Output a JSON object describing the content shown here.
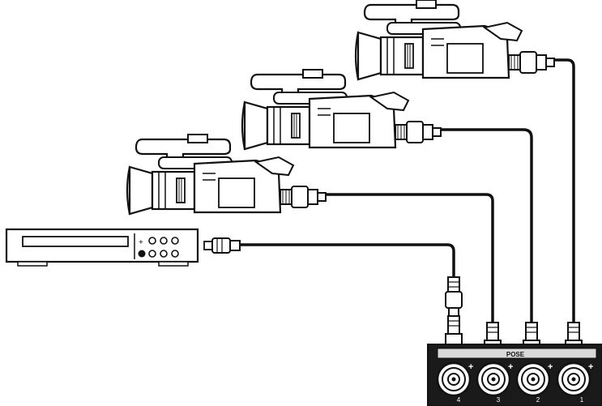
{
  "diagram": {
    "devices": [
      {
        "kind": "camcorder",
        "icon": "camcorder-icon"
      },
      {
        "kind": "camcorder",
        "icon": "camcorder-icon"
      },
      {
        "kind": "camcorder",
        "icon": "camcorder-icon"
      },
      {
        "kind": "dvd-player",
        "icon": "dvd-player-icon"
      }
    ],
    "switcher": {
      "label": "POSE",
      "inputs": [
        "4",
        "3",
        "2",
        "1"
      ]
    },
    "colors": {
      "line": "#111111",
      "fill": "#ffffff",
      "panel": "#1a1a1a",
      "shade": "#d9d9d9"
    }
  }
}
